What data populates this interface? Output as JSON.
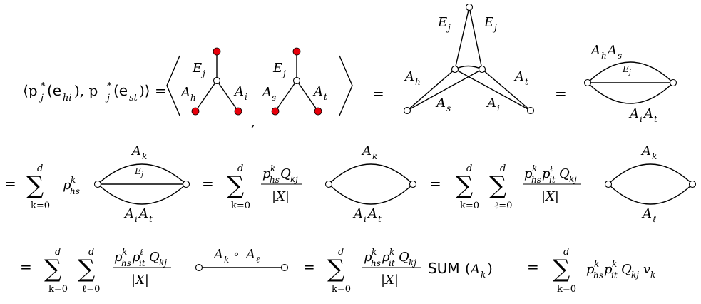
{
  "equation": {
    "lhs": "⟨p",
    "lhs_j": "j",
    "lhs_star": "*",
    "lhs_e1": "(e",
    "lhs_hi": "hi",
    "lhs_mid": "), p",
    "lhs_e2": "(e",
    "lhs_st": "st",
    "lhs_close": ")⟩ =",
    "equals": "=",
    "comma": ",",
    "angle_open": "⟨",
    "angle_close": "⟩",
    "sum_symbol": "∑",
    "sum_upper": "d",
    "sum_lower_k": "k=0",
    "sum_lower_l": "ℓ=0",
    "p": "p",
    "Q": "Q",
    "kj": "kj",
    "hs": "hs",
    "it": "it",
    "k": "k",
    "ell": "ℓ",
    "abs_X": "|X|",
    "v": "v",
    "sum_func": "SUM",
    "circ": "∘"
  },
  "labels": {
    "E": "E",
    "A": "A",
    "j": "j",
    "h": "h",
    "i": "i",
    "s": "s",
    "t": "t",
    "k": "k",
    "ell": "ℓ"
  }
}
